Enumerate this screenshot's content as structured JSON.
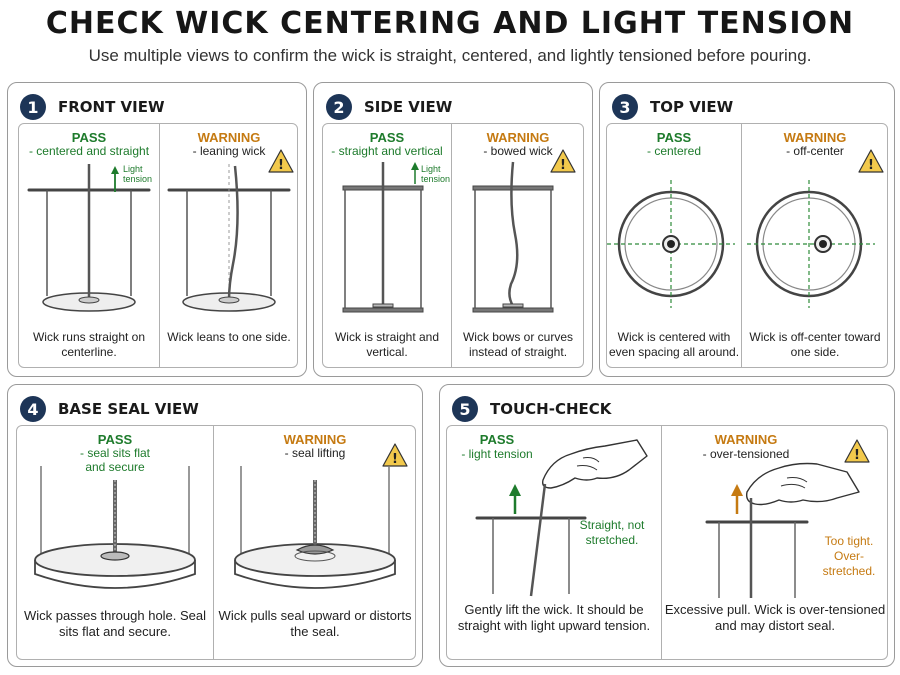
{
  "header": {
    "title": "CHECK WICK CENTERING AND LIGHT TENSION",
    "subtitle": "Use multiple views to confirm the wick is straight, centered, and lightly tensioned before pouring."
  },
  "cards": {
    "front": {
      "num": "1",
      "title": "FRONT VIEW",
      "pass_label": "PASS",
      "pass_sub": "- centered and straight",
      "pass_note": "Light tension",
      "pass_cap": "Wick runs straight on centerline.",
      "warn_label": "WARNING",
      "warn_sub": "- leaning wick",
      "warn_cap": "Wick leans to one side."
    },
    "side": {
      "num": "2",
      "title": "SIDE VIEW",
      "pass_label": "PASS",
      "pass_sub": "- straight and vertical",
      "pass_note": "Light tension",
      "pass_cap": "Wick is straight and vertical.",
      "warn_label": "WARNING",
      "warn_sub": "- bowed wick",
      "warn_cap": "Wick bows or curves instead of straight."
    },
    "top": {
      "num": "3",
      "title": "TOP VIEW",
      "pass_label": "PASS",
      "pass_sub": "- centered",
      "pass_cap": "Wick is centered with even spacing all around.",
      "warn_label": "WARNING",
      "warn_sub": "- off-center",
      "warn_cap": "Wick is off-center toward one side."
    },
    "base": {
      "num": "4",
      "title": "BASE SEAL VIEW",
      "pass_label": "PASS",
      "pass_sub": "- seal sits flat and secure",
      "pass_cap": "Wick passes through hole. Seal sits flat and secure.",
      "warn_label": "WARNING",
      "warn_sub": "- seal lifting",
      "warn_cap": "Wick pulls seal upward or distorts the seal."
    },
    "touch": {
      "num": "5",
      "title": "TOUCH-CHECK",
      "pass_label": "PASS",
      "pass_sub": "- light tension",
      "pass_note": "Straight, not stretched.",
      "pass_cap": "Gently lift the wick. It should be straight with light upward tension.",
      "warn_label": "WARNING",
      "warn_sub": "- over-tensioned",
      "warn_note": "Too tight. Over-stretched.",
      "warn_cap": "Excessive pull. Wick is over-tensioned and may distort seal."
    }
  },
  "icons": {
    "number_badge": "circle-number",
    "warning": "warning-triangle-icon",
    "arrow": "up-arrow-icon",
    "hand": "hand-icon"
  },
  "colors": {
    "pass": "#1e7b2c",
    "warning": "#c57a12",
    "badge": "#1d3557",
    "warning_fill": "#f2c94c"
  }
}
